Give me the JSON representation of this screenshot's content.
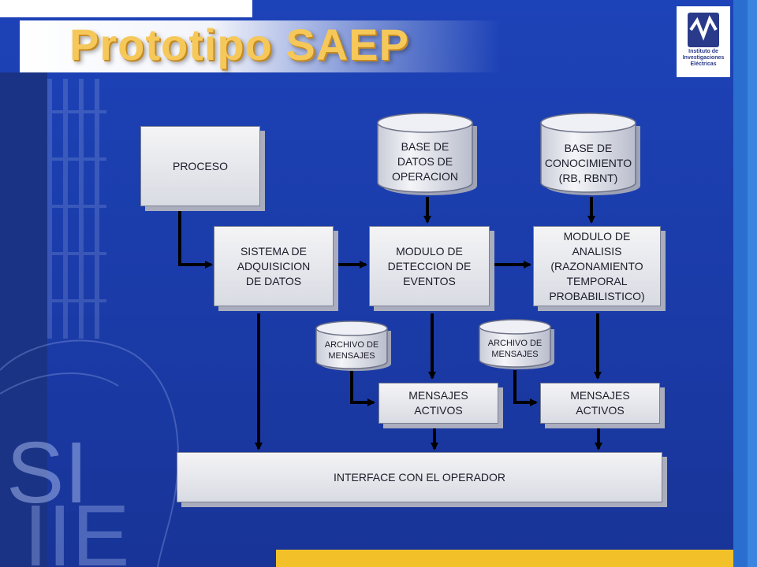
{
  "title": "Prototipo SAEP",
  "logo": {
    "text_lines": [
      "Instituto de",
      "Investigaciones",
      "Eléctricas"
    ]
  },
  "watermark": {
    "line1": "SI",
    "line2": "IIE"
  },
  "diagram": {
    "nodes": {
      "proceso": "PROCESO",
      "adquisicion": [
        "SISTEMA DE",
        "ADQUISICION",
        "DE DATOS"
      ],
      "bd_operacion": [
        "BASE DE",
        "DATOS DE",
        "OPERACION"
      ],
      "bd_conocimiento": [
        "BASE DE",
        "CONOCIMIENTO",
        "(RB, RBNT)"
      ],
      "deteccion": [
        "MODULO DE",
        "DETECCION DE",
        "EVENTOS"
      ],
      "analisis": [
        "MODULO DE",
        "ANALISIS",
        "(RAZONAMIENTO",
        "TEMPORAL",
        "PROBABILISTICO)"
      ],
      "archivo_1": [
        "ARCHIVO DE",
        "MENSAJES"
      ],
      "archivo_2": [
        "ARCHIVO DE",
        "MENSAJES"
      ],
      "mensajes_1": [
        "MENSAJES",
        "ACTIVOS"
      ],
      "mensajes_2": [
        "MENSAJES",
        "ACTIVOS"
      ],
      "interface": "INTERFACE CON EL OPERADOR"
    }
  },
  "colors": {
    "background": "#1d43b8",
    "title": "#f6c85a",
    "connector": "#000000",
    "accent_bar": "#f2c12a"
  }
}
